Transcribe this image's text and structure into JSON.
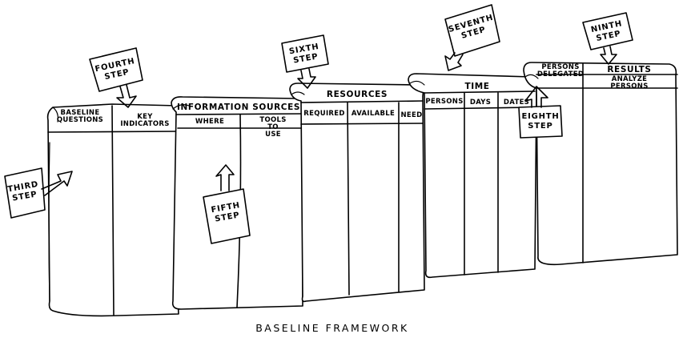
{
  "caption": "BASELINE FRAMEWORK",
  "panels": {
    "baseline": {
      "columns": [
        "BASELINE QUESTIONS",
        "KEY INDICATORS"
      ]
    },
    "information_sources": {
      "title": "INFORMATION SOURCES",
      "columns": [
        "WHERE",
        "TOOLS TO USE"
      ]
    },
    "resources": {
      "title": "RESOURCES",
      "columns": [
        "REQUIRED",
        "AVAILABLE",
        "NEED"
      ]
    },
    "time": {
      "title": "TIME",
      "columns": [
        "PERSONS",
        "DAYS",
        "DATES"
      ]
    },
    "persons_results": {
      "title_left": "PERSONS DELEGATED",
      "title_right": "RESULTS",
      "subtitle_right": "ANALYZE PERSONS"
    }
  },
  "steps": {
    "third": "THIRD STEP",
    "fourth": "FOURTH STEP",
    "fifth": "FIFTH STEP",
    "sixth": "SIXTH STEP",
    "seventh": "SEVENTH STEP",
    "eighth": "EIGHTH STEP",
    "ninth": "NINTH STEP"
  }
}
